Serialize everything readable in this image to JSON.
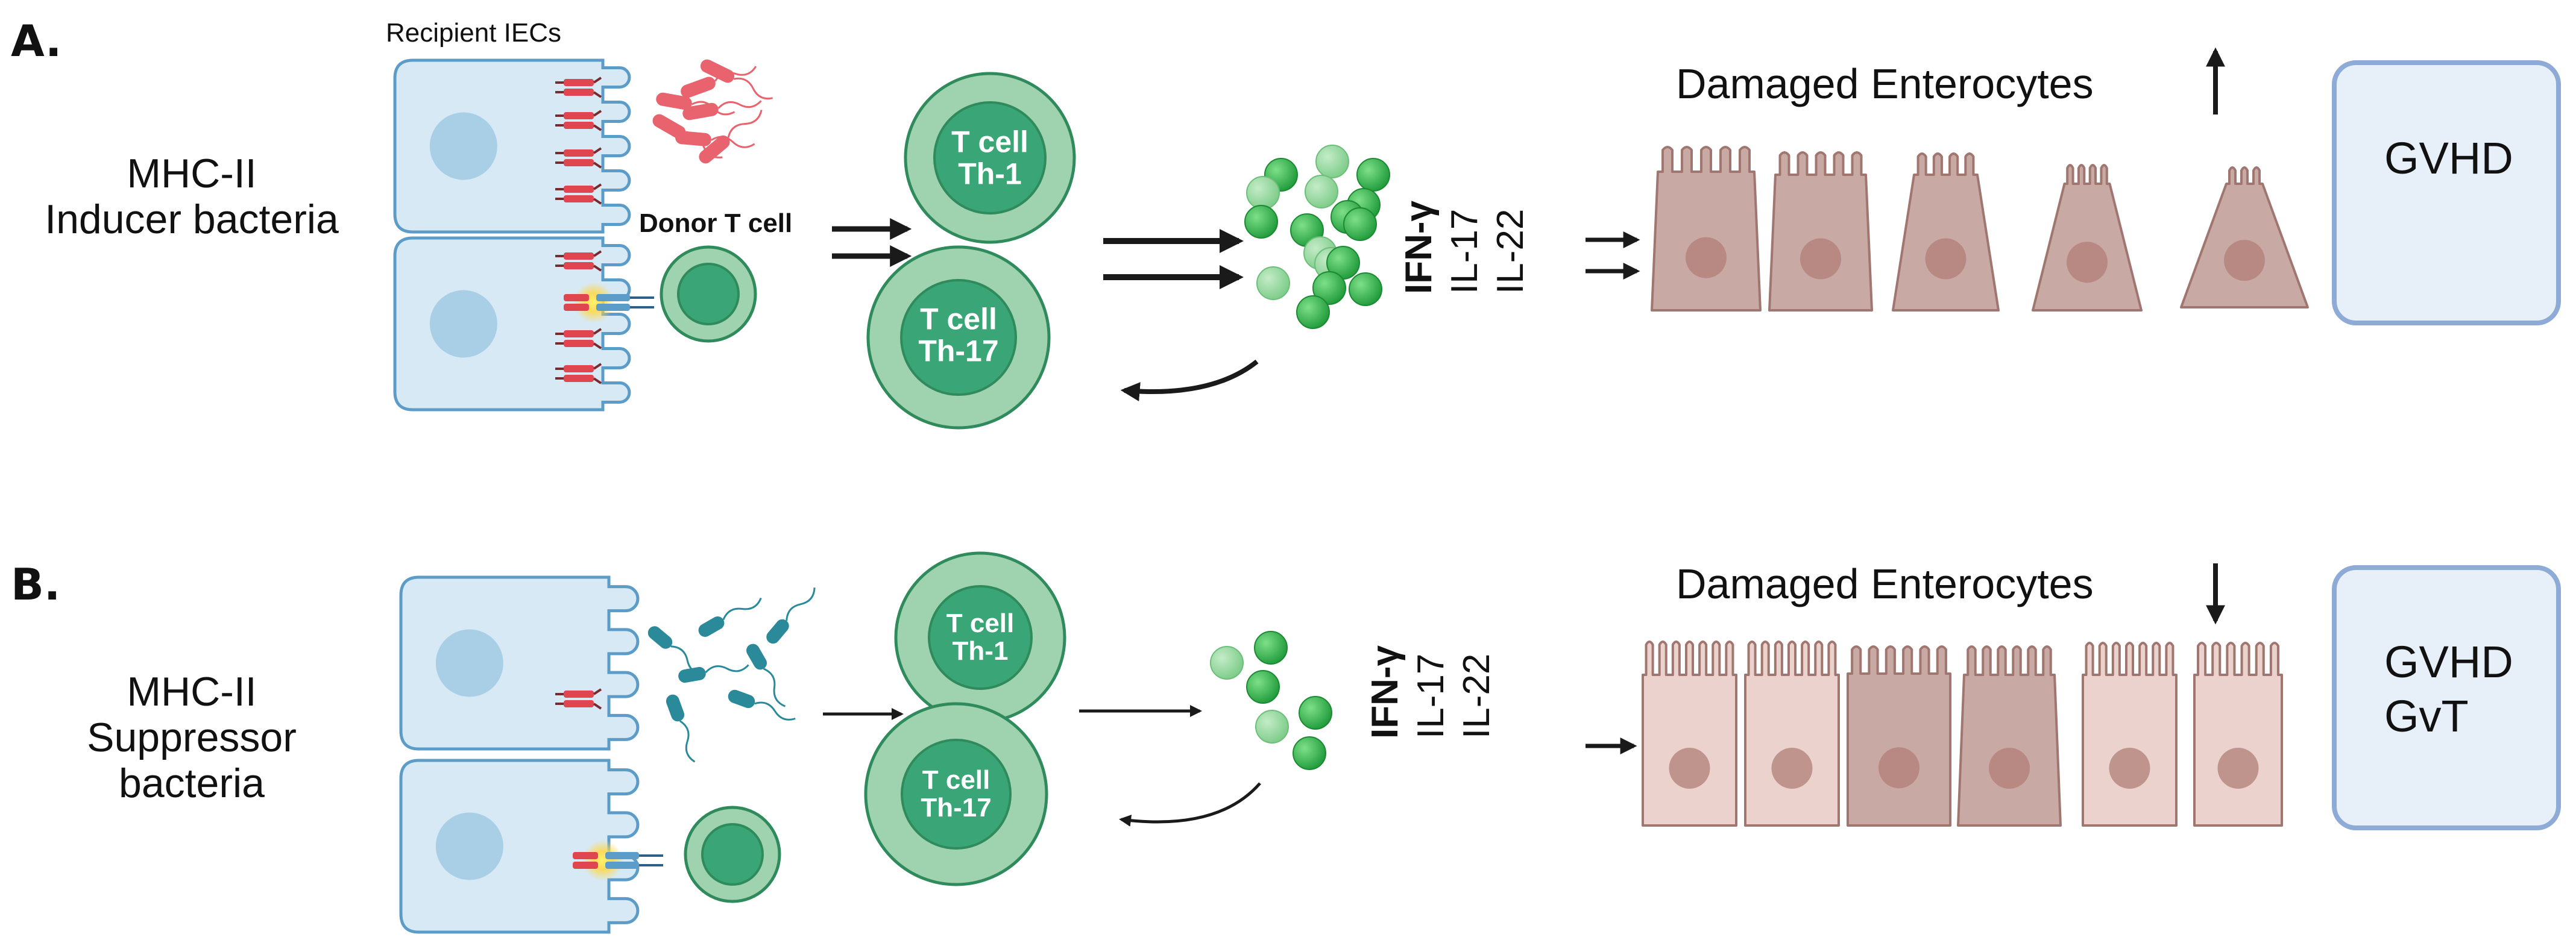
{
  "panels": {
    "a": {
      "label": "A.",
      "condition": "MHC-II\nInducer bacteria",
      "recipient_label": "Recipient  IECs",
      "donor_label": "Donor T cell",
      "tcell_upper": "T cell\nTh-1",
      "tcell_lower": "T cell\nTh-17",
      "cytokines": [
        "IFN-γ",
        "IL-17",
        "IL-22"
      ],
      "damaged_title": "Damaged Enterocytes",
      "damaged_trend": "up",
      "outcome_lines": [
        "GVHD"
      ],
      "outcome_trend": "up"
    },
    "b": {
      "label": "B.",
      "condition": "MHC-II\nSuppressor\nbacteria",
      "tcell_upper": "T cell\nTh-1",
      "tcell_lower": "T cell\nTh-17",
      "cytokines": [
        "IFN-γ",
        "IL-17",
        "IL-22"
      ],
      "damaged_title": "Damaged Enterocytes",
      "damaged_trend": "down",
      "outcome_lines": [
        "GVHD",
        "GvT"
      ],
      "outcome_trend": "down"
    }
  },
  "colors": {
    "iec_fill": "#d6e9f5",
    "iec_stroke": "#5b9cc9",
    "iec_nucleus": "#a9cfe6",
    "mhc_red": "#e0464f",
    "inducer_bacteria": "#e8636d",
    "suppressor_bacteria": "#2a8a9a",
    "tcell_outer": "#9fd3b0",
    "tcell_inner": "#3aa576",
    "tcell_stroke": "#2f8a5c",
    "cytokine_dark": "#2db34a",
    "cytokine_light": "#8fd49a",
    "enterocyte_damaged": "#c9a9a3",
    "enterocyte_healthy": "#ecd2cc",
    "enterocyte_nucleus": "#b07f77",
    "outcome_fill": "#e7eff8",
    "outcome_stroke": "#8eaad6",
    "arrow": "#1a1a1a"
  }
}
